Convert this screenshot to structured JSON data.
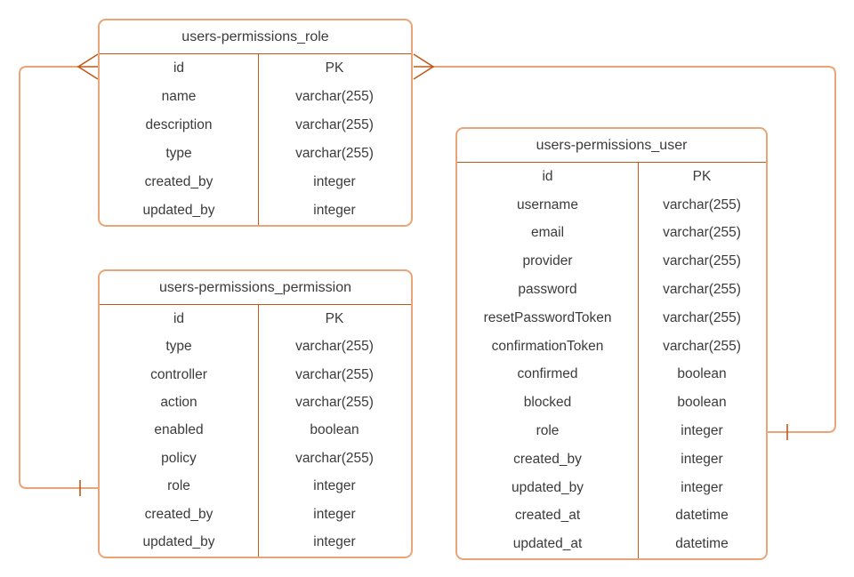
{
  "diagram": {
    "type": "entity-relationship",
    "colors": {
      "connector_light": "#E9A578",
      "line_dark": "#C2591A",
      "text": "#3B3B3B",
      "background": "#FFFFFF"
    },
    "tables": [
      {
        "title": "users-permissions_role",
        "rows": [
          [
            "id",
            "PK"
          ],
          [
            "name",
            "varchar(255)"
          ],
          [
            "description",
            "varchar(255)"
          ],
          [
            "type",
            "varchar(255)"
          ],
          [
            "created_by",
            "integer"
          ],
          [
            "updated_by",
            "integer"
          ]
        ]
      },
      {
        "title": "users-permissions_permission",
        "rows": [
          [
            "id",
            "PK"
          ],
          [
            "type",
            "varchar(255)"
          ],
          [
            "controller",
            "varchar(255)"
          ],
          [
            "action",
            "varchar(255)"
          ],
          [
            "enabled",
            "boolean"
          ],
          [
            "policy",
            "varchar(255)"
          ],
          [
            "role",
            "integer"
          ],
          [
            "created_by",
            "integer"
          ],
          [
            "updated_by",
            "integer"
          ]
        ]
      },
      {
        "title": "users-permissions_user",
        "rows": [
          [
            "id",
            "PK"
          ],
          [
            "username",
            "varchar(255)"
          ],
          [
            "email",
            "varchar(255)"
          ],
          [
            "provider",
            "varchar(255)"
          ],
          [
            "password",
            "varchar(255)"
          ],
          [
            "resetPasswordToken",
            "varchar(255)"
          ],
          [
            "confirmationToken",
            "varchar(255)"
          ],
          [
            "confirmed",
            "boolean"
          ],
          [
            "blocked",
            "boolean"
          ],
          [
            "role",
            "integer"
          ],
          [
            "created_by",
            "integer"
          ],
          [
            "updated_by",
            "integer"
          ],
          [
            "created_at",
            "datetime"
          ],
          [
            "updated_at",
            "datetime"
          ]
        ]
      }
    ],
    "relationships": [
      {
        "from_table": "users-permissions_role",
        "from_field": "id",
        "from_cardinality": "many",
        "to_table": "users-permissions_permission",
        "to_field": "role",
        "to_cardinality": "one"
      },
      {
        "from_table": "users-permissions_role",
        "from_field": "id",
        "from_cardinality": "many",
        "to_table": "users-permissions_user",
        "to_field": "role",
        "to_cardinality": "one"
      }
    ]
  }
}
